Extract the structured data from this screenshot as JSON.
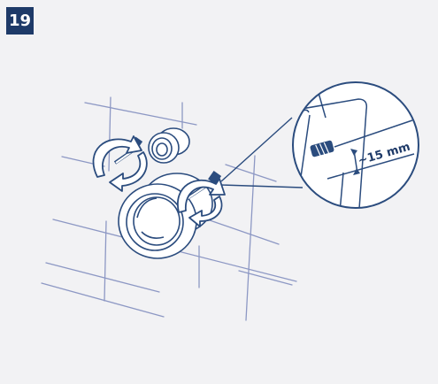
{
  "step": {
    "number": "19"
  },
  "detail": {
    "measurement_label": "~15 mm"
  },
  "icons": [
    "rotate-arrow-icon",
    "rotate-arrow-icon",
    "magnifier-callout"
  ],
  "colors": {
    "badge_background": "#1e3a68",
    "line": "#2b4c7e",
    "tile_grid": "#8d98c4",
    "fill_light": "#ffffff",
    "page_background": "#f2f2f4"
  }
}
